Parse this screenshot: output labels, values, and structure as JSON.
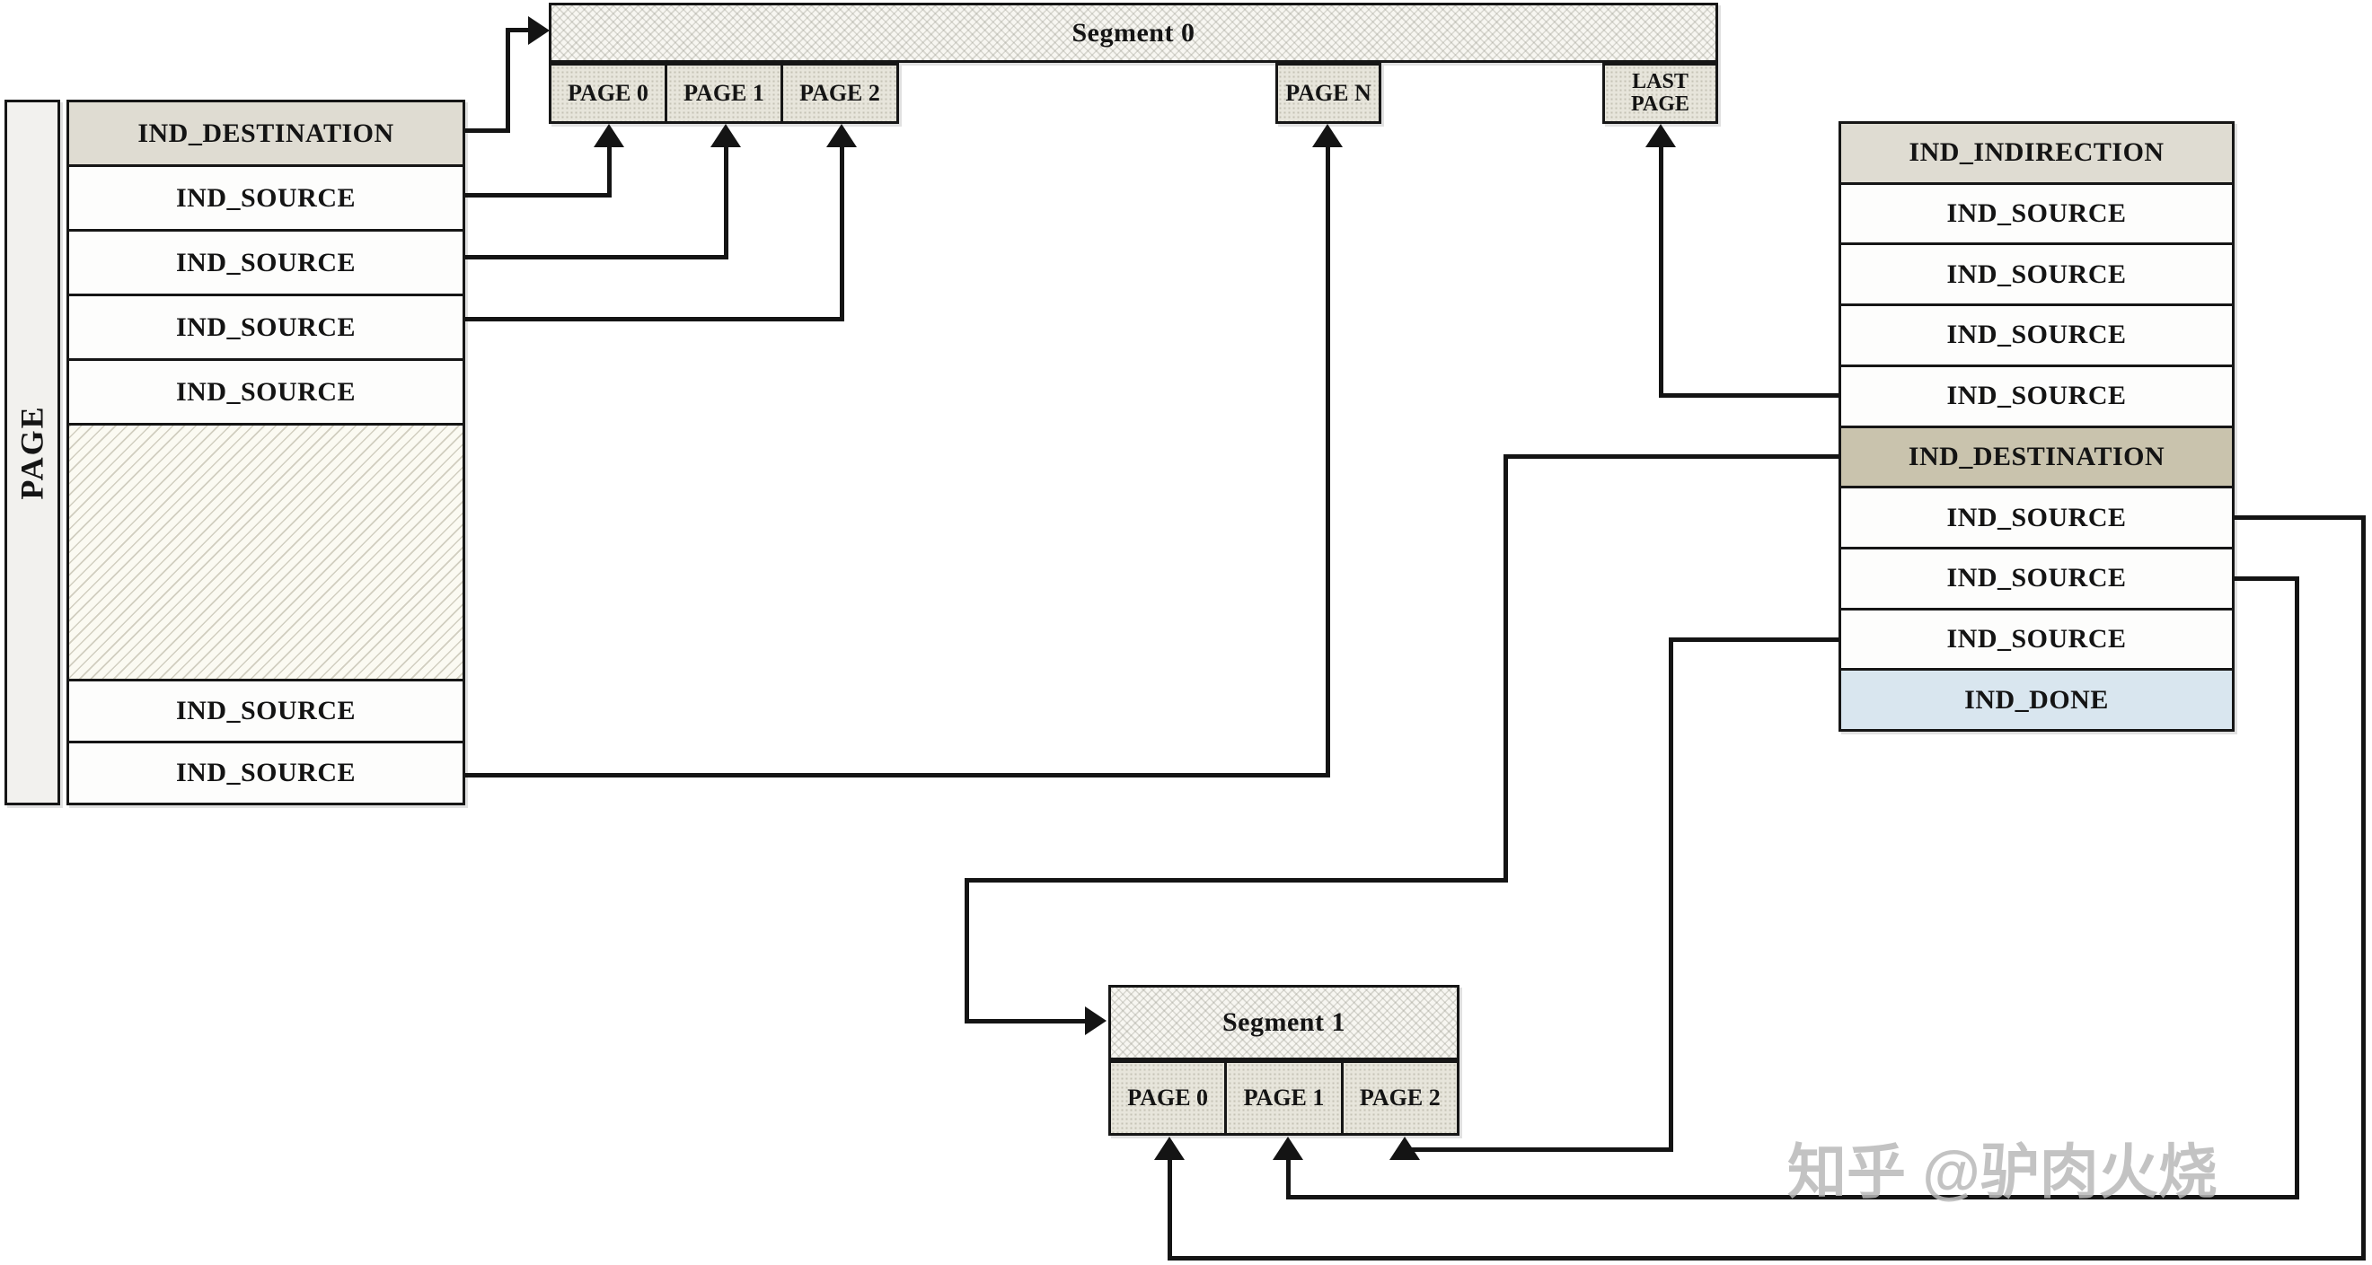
{
  "page_column": {
    "sidebar_label": "PAGE",
    "rows": [
      "IND_DESTINATION",
      "IND_SOURCE",
      "IND_SOURCE",
      "IND_SOURCE",
      "IND_SOURCE",
      "IND_SOURCE",
      "IND_SOURCE"
    ]
  },
  "segment0": {
    "title": "Segment 0",
    "pages": [
      "PAGE 0",
      "PAGE 1",
      "PAGE 2"
    ],
    "page_n": "PAGE N",
    "last_page": {
      "line1": "LAST",
      "line2": "PAGE"
    }
  },
  "segment1": {
    "title": "Segment 1",
    "pages": [
      "PAGE 0",
      "PAGE 1",
      "PAGE 2"
    ]
  },
  "indirection_table": {
    "rows": [
      "IND_INDIRECTION",
      "IND_SOURCE",
      "IND_SOURCE",
      "IND_SOURCE",
      "IND_SOURCE",
      "IND_DESTINATION",
      "IND_SOURCE",
      "IND_SOURCE",
      "IND_SOURCE",
      "IND_DONE"
    ]
  },
  "watermark": "知乎 @驴肉火烧",
  "colors": {
    "header_fill": "#dfdcd2",
    "destination_fill": "#c9c3ad",
    "done_fill": "#d9e6ef",
    "page_cell_fill": "#e7e5db",
    "line": "#141414",
    "watermark_grey": "#b9b9b9"
  }
}
